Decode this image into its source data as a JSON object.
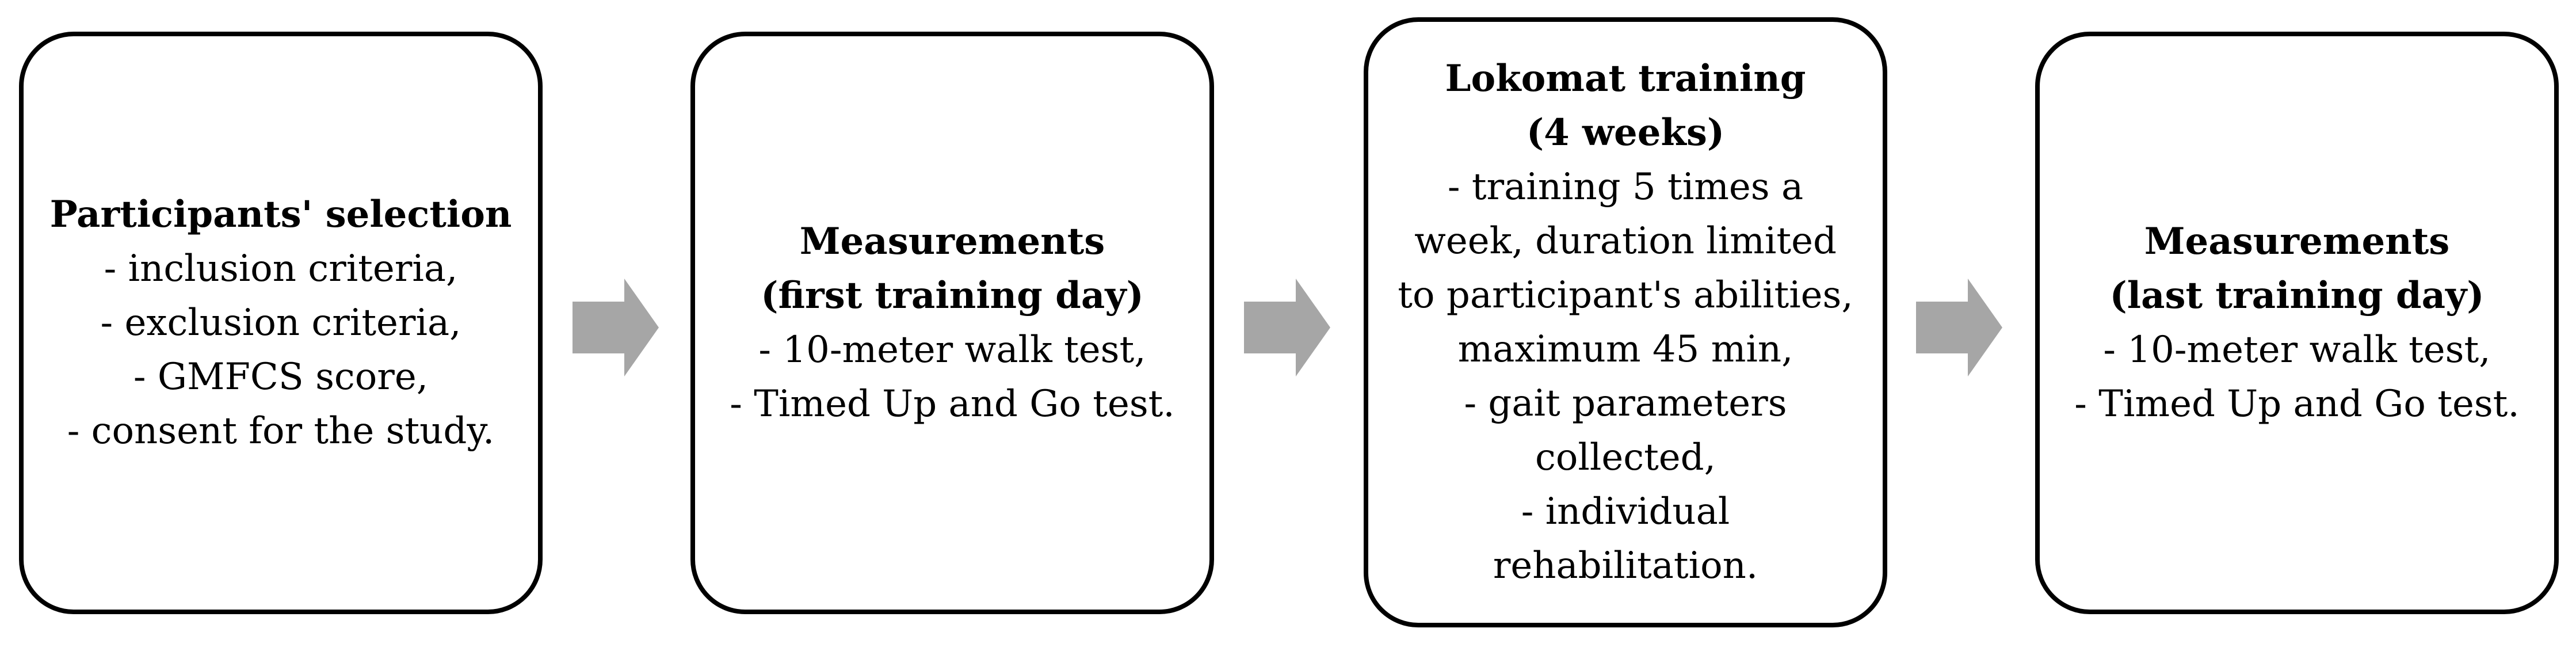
{
  "colors": {
    "box_border": "#000000",
    "box_fill": "#ffffff",
    "arrow_fill": "#a6a6a6",
    "text": "#000000"
  },
  "steps": [
    {
      "title_lines": [
        "Participants' selection"
      ],
      "detail_lines": [
        "- inclusion criteria,",
        "- exclusion criteria,",
        "- GMFCS score,",
        "- consent for the study."
      ]
    },
    {
      "title_lines": [
        "Measurements",
        "(first training day)"
      ],
      "detail_lines": [
        "- 10-meter walk test,",
        "- Timed Up and Go test."
      ]
    },
    {
      "title_lines": [
        "Lokomat training",
        "(4 weeks)"
      ],
      "detail_lines": [
        "- training 5 times a",
        "week, duration limited",
        "to participant's abilities,",
        "maximum 45 min,",
        "- gait parameters",
        "collected,",
        "- individual",
        "rehabilitation."
      ]
    },
    {
      "title_lines": [
        "Measurements",
        "(last training day)"
      ],
      "detail_lines": [
        "- 10-meter walk test,",
        "- Timed Up and Go test."
      ]
    }
  ],
  "arrows": [
    {
      "from": 1,
      "to": 2,
      "icon": "right-arrow-icon"
    },
    {
      "from": 2,
      "to": 3,
      "icon": "right-arrow-icon"
    },
    {
      "from": 3,
      "to": 4,
      "icon": "right-arrow-icon"
    }
  ]
}
